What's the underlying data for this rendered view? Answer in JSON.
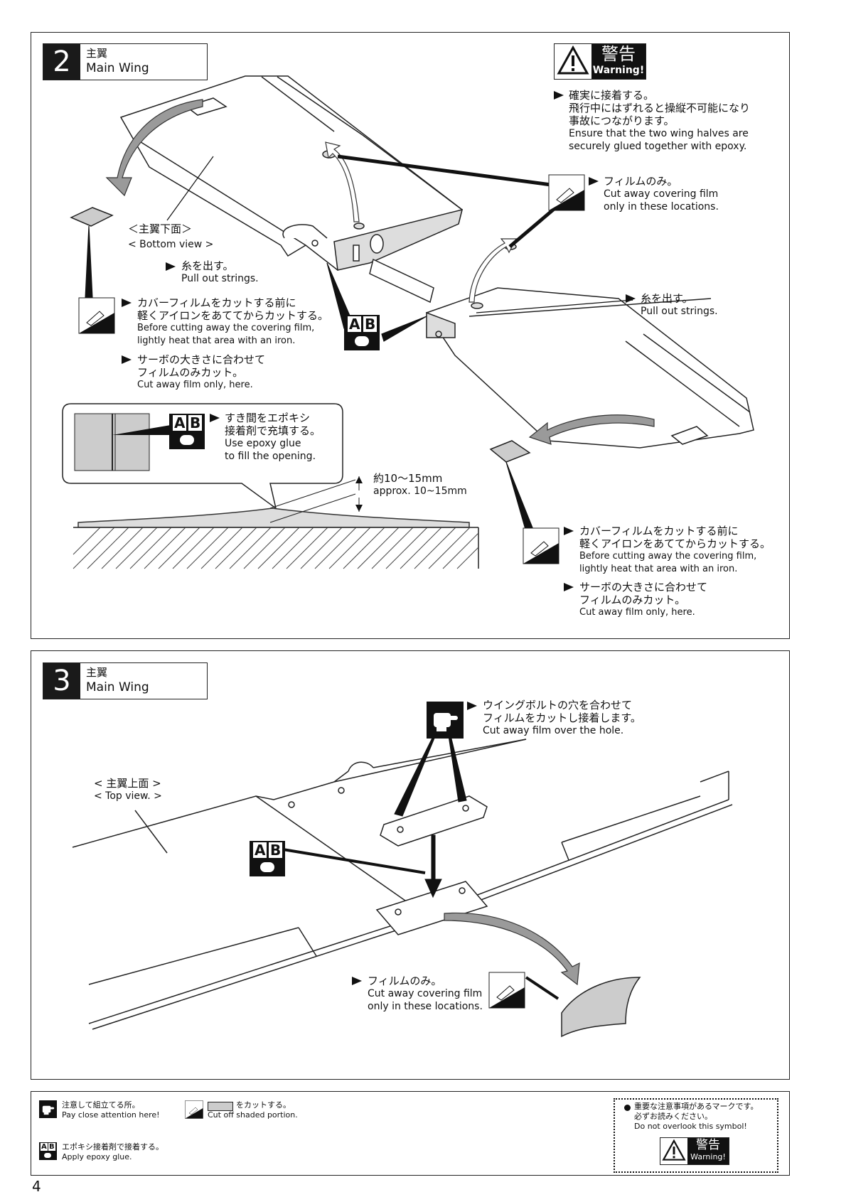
{
  "step2": {
    "number": "2",
    "title_jp": "主翼",
    "title_en": "Main Wing",
    "warning": {
      "jp": "警告",
      "en": "Warning!"
    },
    "warning_note": {
      "jp1": "確実に接着する。",
      "jp2": "飛行中にはずれると操縦不可能になり",
      "jp3": "事故につながります。",
      "en1": "Ensure that the two wing halves are",
      "en2": "securely glued together with epoxy."
    },
    "film_only": {
      "jp": "フィルムのみ。",
      "en1": "Cut away covering film",
      "en2": "only in these locations."
    },
    "bottom_view": {
      "jp": "＜主翼下面＞",
      "en": "< Bottom view >"
    },
    "pull_strings_left": {
      "jp": "糸を出す。",
      "en": "Pull out strings."
    },
    "pull_strings_right": {
      "jp": "糸を出す。",
      "en": "Pull out strings."
    },
    "heat_left": {
      "jp1": "カバーフィルムをカットする前に",
      "jp2": "軽くアイロンをあててからカットする。",
      "en1": "Before cutting away the covering film,",
      "en2": "lightly heat that area with an iron.",
      "jp3": "サーボの大きさに合わせて",
      "jp4": "フィルムのみカット。",
      "en3": "Cut away film only, here."
    },
    "heat_right": {
      "jp1": "カバーフィルムをカットする前に",
      "jp2": "軽くアイロンをあててからカットする。",
      "en1": "Before cutting away the covering film,",
      "en2": "lightly heat that area with an iron.",
      "jp3": "サーボの大きさに合わせて",
      "jp4": "フィルムのみカット。",
      "en3": "Cut away film only, here."
    },
    "epoxy_fill": {
      "jp1": "すき間をエポキシ",
      "jp2": "接着剤で充填する。",
      "en1": "Use epoxy glue",
      "en2": "to fill the opening."
    },
    "dihedral": {
      "jp": "約10～15mm",
      "en": "approx. 10~15mm"
    }
  },
  "step3": {
    "number": "3",
    "title_jp": "主翼",
    "title_en": "Main Wing",
    "top_view": {
      "jp": "< 主翼上面 >",
      "en": "< Top view. >"
    },
    "bolt_hole": {
      "jp1": "ウイングボルトの穴を合わせて",
      "jp2": "フィルムをカットし接着します。",
      "en": "Cut away film over the hole."
    },
    "film_only": {
      "jp": "フィルムのみ。",
      "en1": "Cut away covering film",
      "en2": "only in these locations."
    }
  },
  "legend": {
    "attention": {
      "jp": "注意して組立てる所。",
      "en": "Pay close attention here!"
    },
    "cut": {
      "jp": "をカットする。",
      "en": "Cut off shaded portion."
    },
    "epoxy": {
      "jp": "エポキシ接着剤で接着する。",
      "en": "Apply epoxy glue."
    },
    "important": {
      "jp1": "重要な注意事項があるマークです。",
      "jp2": "必ずお読みください。",
      "en": "Do not overlook this symbol!"
    },
    "warning": {
      "jp": "警告",
      "en": "Warning!"
    }
  },
  "epoxy_label": {
    "a": "A",
    "b": "B"
  },
  "page_number": "4"
}
